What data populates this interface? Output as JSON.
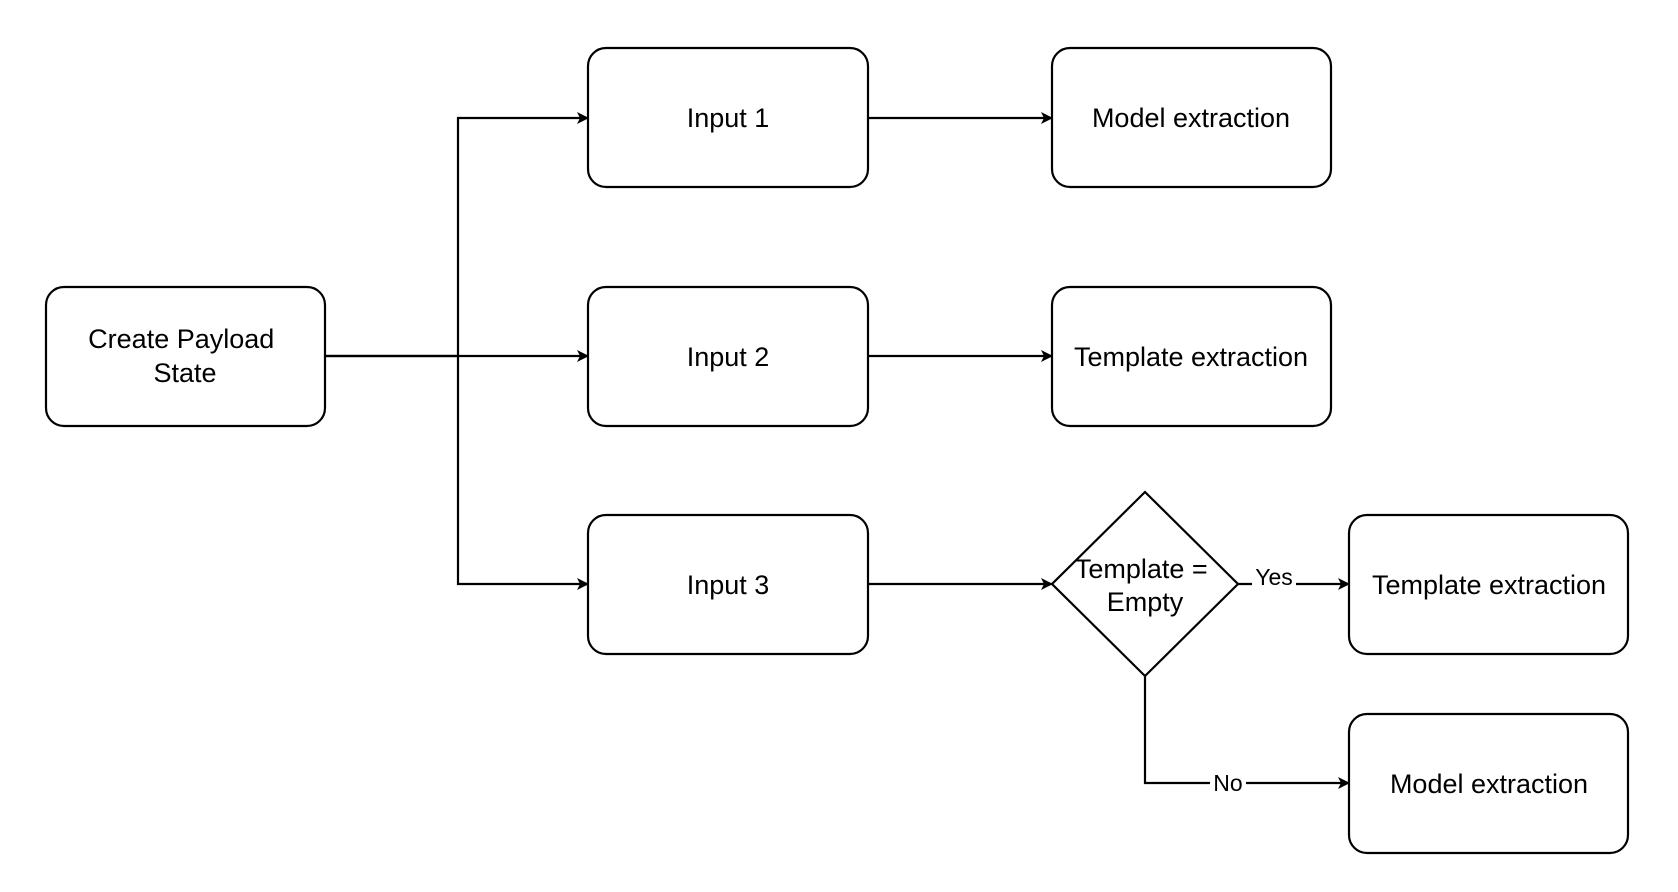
{
  "nodes": {
    "create_payload": {
      "lines": [
        "Create Payload",
        "State"
      ]
    },
    "input1": {
      "label": "Input 1"
    },
    "input2": {
      "label": "Input 2"
    },
    "input3": {
      "label": "Input 3"
    },
    "model_extraction_1": {
      "label": "Model extraction"
    },
    "template_extraction_1": {
      "label": "Template extraction"
    },
    "decision": {
      "lines": [
        "Template =",
        "Empty"
      ]
    },
    "template_extraction_2": {
      "label": "Template extraction"
    },
    "model_extraction_2": {
      "label": "Model extraction"
    }
  },
  "edges": {
    "yes_label": "Yes",
    "no_label": "No"
  }
}
